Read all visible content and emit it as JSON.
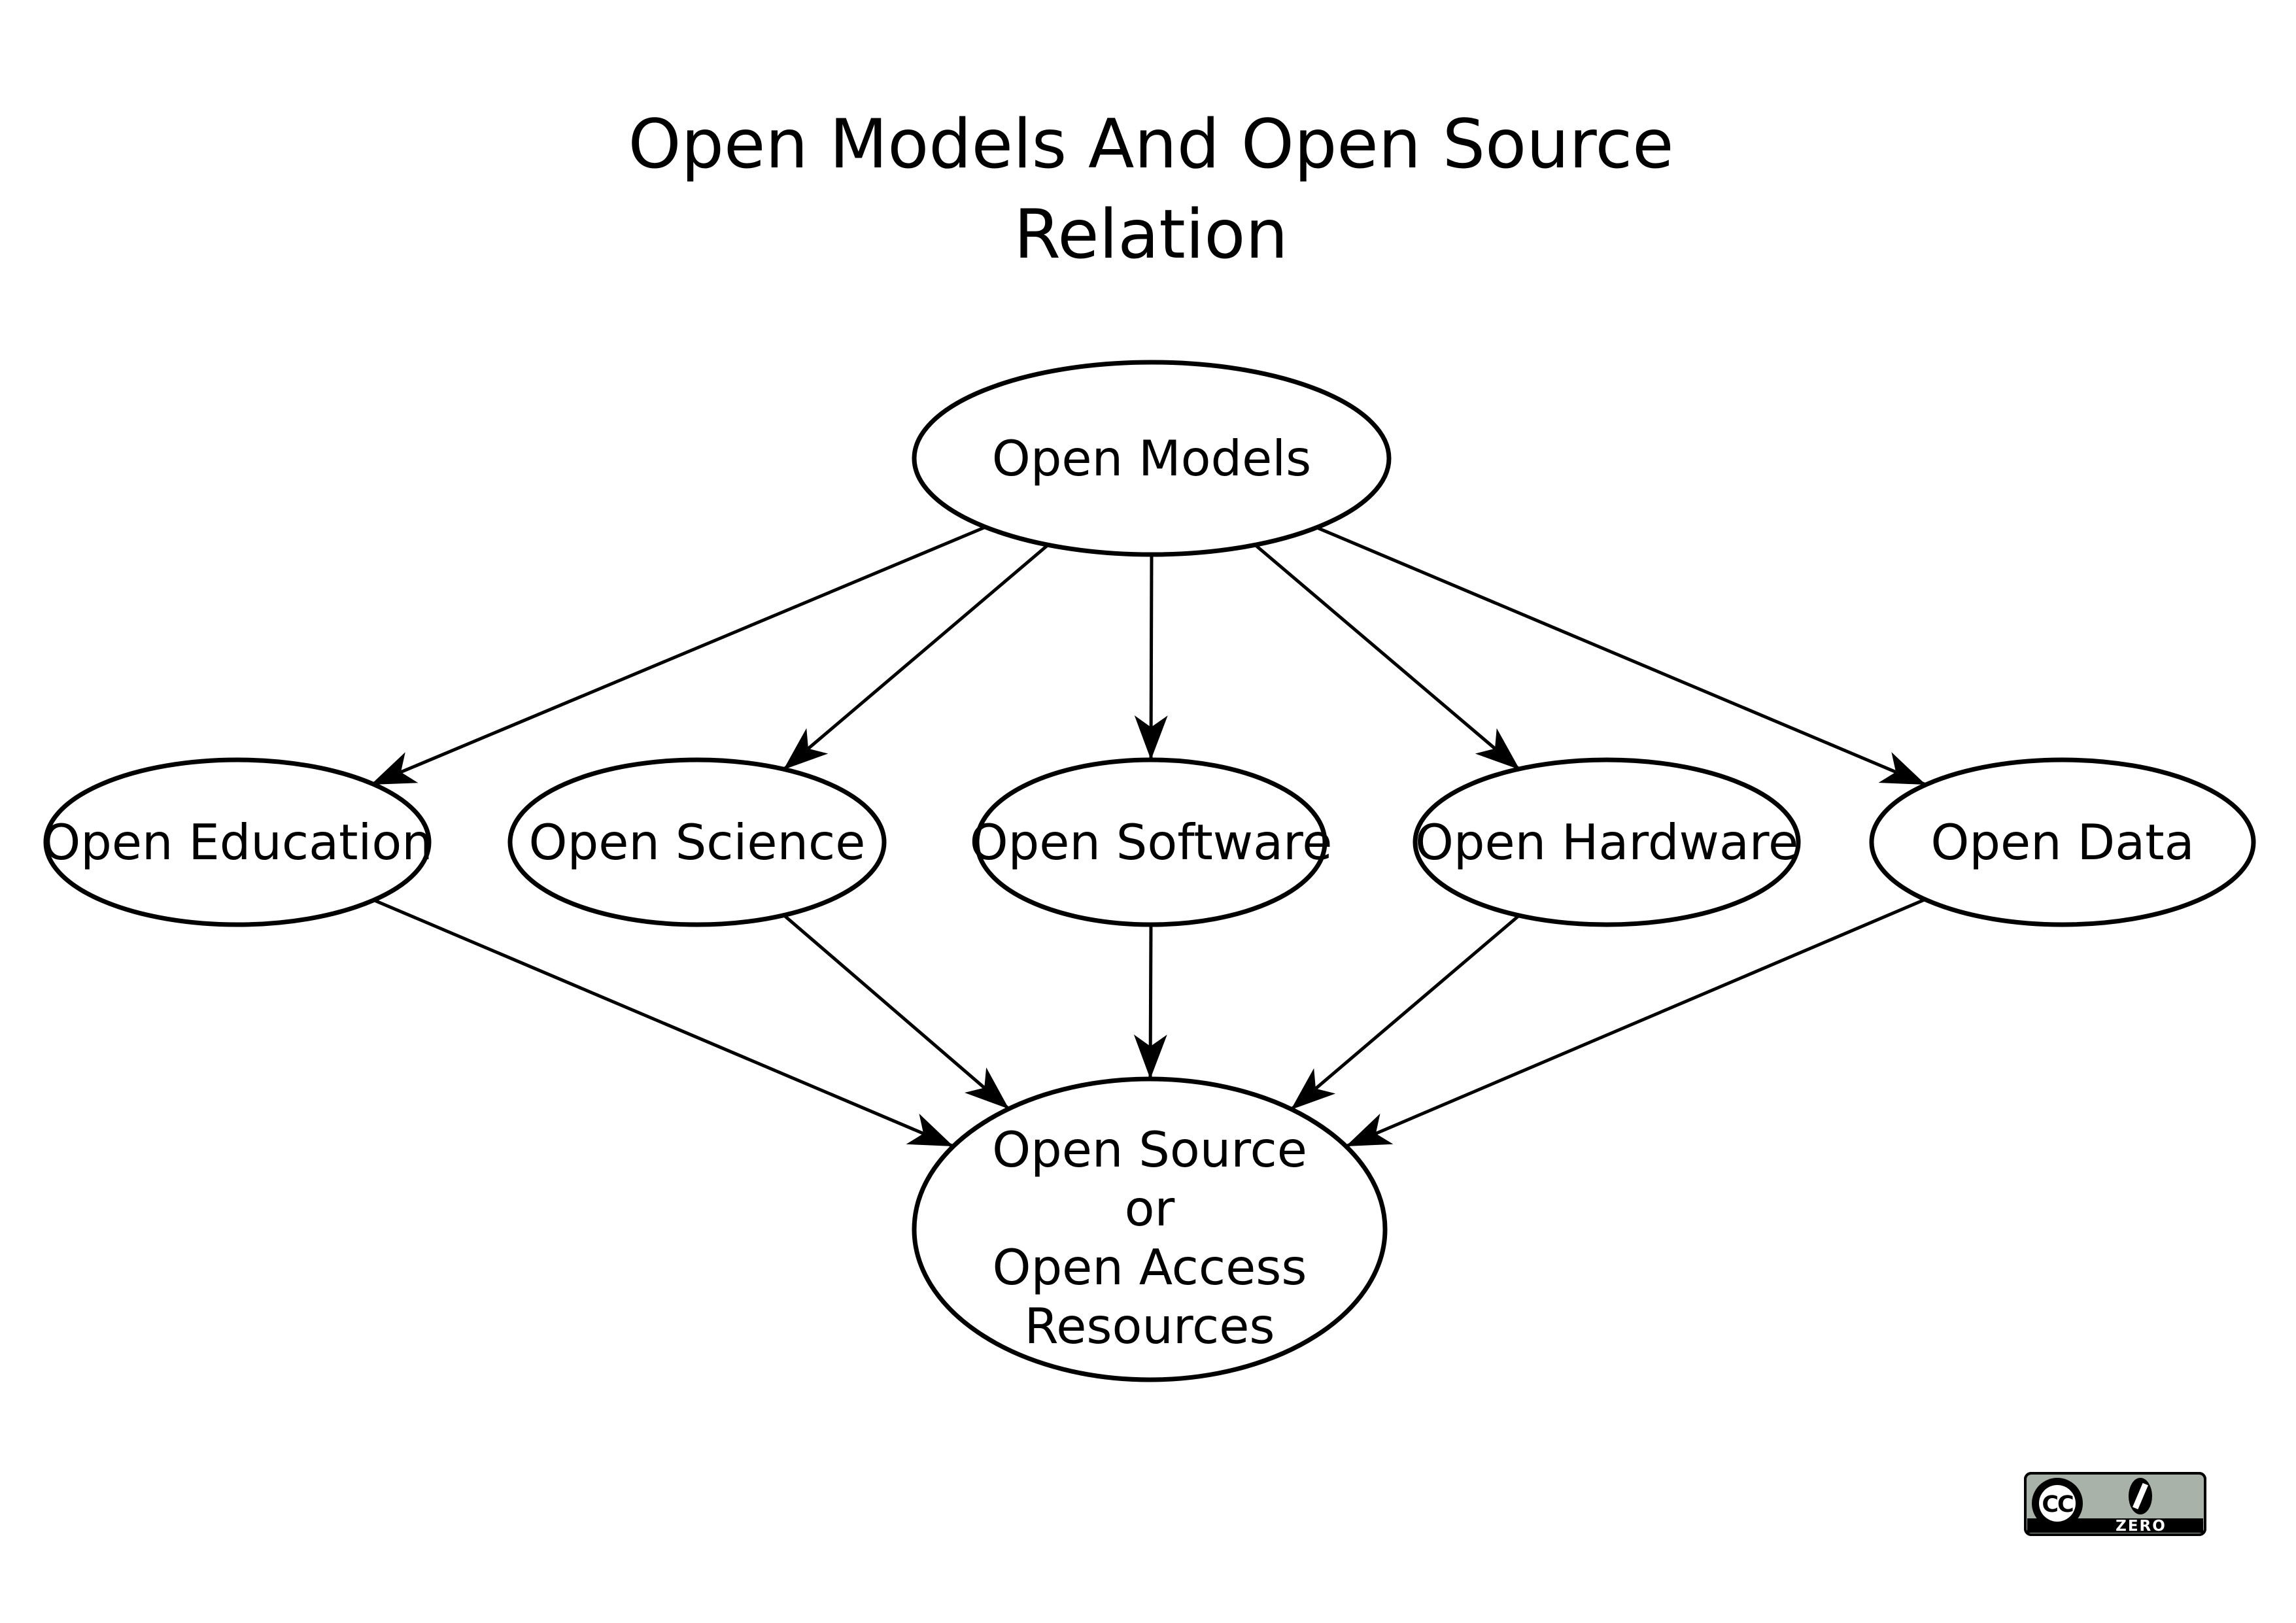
{
  "title": {
    "line1": "Open Models And Open Source",
    "line2": "Relation"
  },
  "nodes": {
    "top": {
      "label": "Open Models"
    },
    "middle": [
      {
        "label": "Open Education"
      },
      {
        "label": "Open Science"
      },
      {
        "label": "Open Software"
      },
      {
        "label": "Open Hardware"
      },
      {
        "label": "Open Data"
      }
    ],
    "bottom": {
      "line1": "Open Source",
      "line2": "or",
      "line3": "Open Access",
      "line4": "Resources"
    }
  },
  "edges": [
    {
      "from": "Open Models",
      "to": "Open Education"
    },
    {
      "from": "Open Models",
      "to": "Open Science"
    },
    {
      "from": "Open Models",
      "to": "Open Software"
    },
    {
      "from": "Open Models",
      "to": "Open Hardware"
    },
    {
      "from": "Open Models",
      "to": "Open Data"
    },
    {
      "from": "Open Education",
      "to": "Open Source or Open Access Resources"
    },
    {
      "from": "Open Science",
      "to": "Open Source or Open Access Resources"
    },
    {
      "from": "Open Software",
      "to": "Open Source or Open Access Resources"
    },
    {
      "from": "Open Hardware",
      "to": "Open Source or Open Access Resources"
    },
    {
      "from": "Open Data",
      "to": "Open Source or Open Access Resources"
    }
  ],
  "license_badge": {
    "cc_text": "CC",
    "zero_text": "ZERO",
    "bg_color": "#a9b2a9",
    "strip_color": "#000000"
  },
  "colors": {
    "background": "#ffffff",
    "node_fill": "#ffffff",
    "node_stroke": "#000000",
    "edge": "#000000",
    "text": "#000000"
  }
}
